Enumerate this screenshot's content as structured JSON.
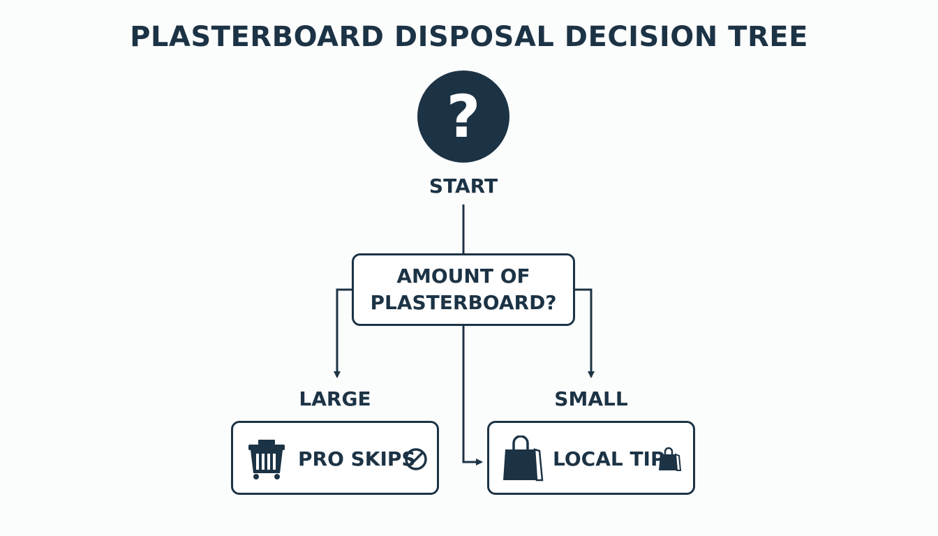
{
  "title": "PLASTERBOARD DISPOSAL DECISION TREE",
  "start": {
    "symbol": "?",
    "label": "START",
    "icon": "question-mark-icon"
  },
  "decision": {
    "line1": "AMOUNT OF",
    "line2": "PLASTERBOARD?"
  },
  "branches": {
    "large": "LARGE",
    "small": "SMALL"
  },
  "outcomes": {
    "pro_skips": {
      "label": "PRO SKIPS",
      "icon": "skip-bin-icon",
      "trailing_icon": "prohibited-icon"
    },
    "local_tip": {
      "label": "LOCAL TIP",
      "icon": "shopping-bag-icon",
      "trailing_icon": "small-shopping-bag-icon"
    }
  },
  "colors": {
    "primary": "#1c3345",
    "background": "#fbfcfc",
    "box_fill": "#ffffff"
  }
}
